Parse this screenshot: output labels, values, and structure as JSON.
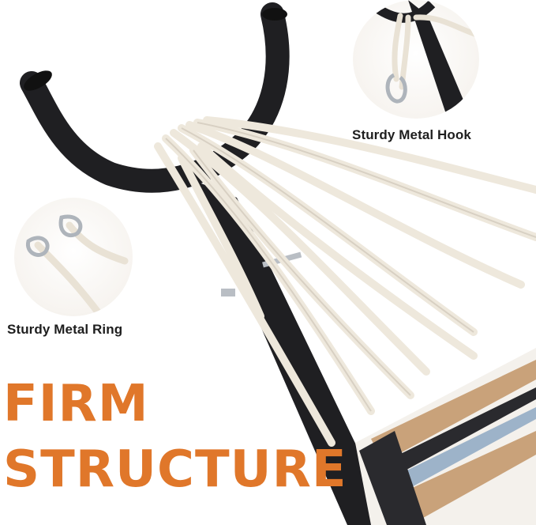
{
  "callouts": {
    "hook_label": "Sturdy Metal Hook",
    "ring_label": "Sturdy Metal Ring"
  },
  "headline": {
    "line1": "FIRM",
    "line2": "STRUCTURE"
  },
  "colors": {
    "accent": "#e0772a",
    "frame": "#1f1f22",
    "rope": "#efe9df",
    "stripe_tan": "#c9a27a",
    "stripe_blue": "#9db3c9"
  },
  "icons": [
    "metal-hook-icon",
    "metal-ring-icon"
  ]
}
